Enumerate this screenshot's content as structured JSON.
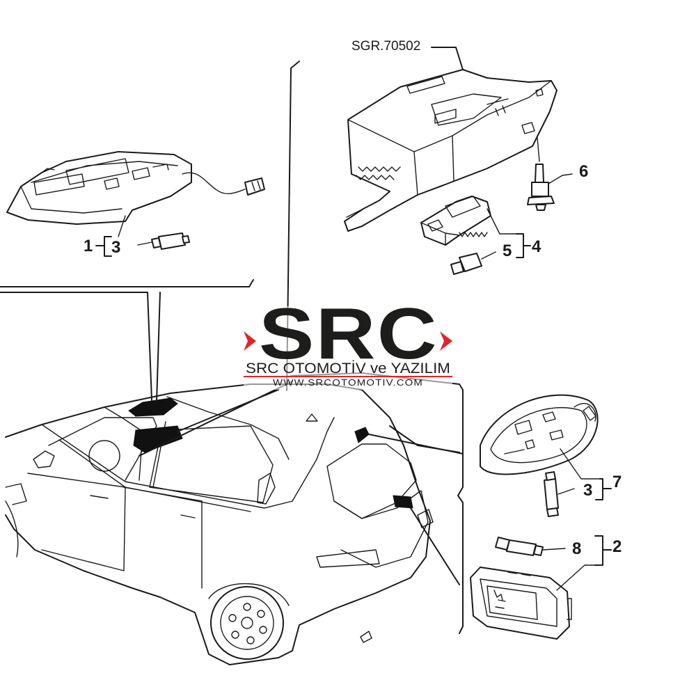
{
  "reference_code": "SGR.70502",
  "logo": {
    "title": "SRC",
    "subtitle": "SRC OTOMOTİV ve YAZILIM",
    "url": "WWW.SRCOTOMOTIV.COM",
    "accent_color": "#e0242a",
    "text_color": "#1d1d1b"
  },
  "callouts": {
    "c1": "1",
    "c2": "2",
    "c3_top": "3",
    "c3_right": "3",
    "c4": "4",
    "c5": "5",
    "c6": "6",
    "c7": "7",
    "c8": "8"
  }
}
